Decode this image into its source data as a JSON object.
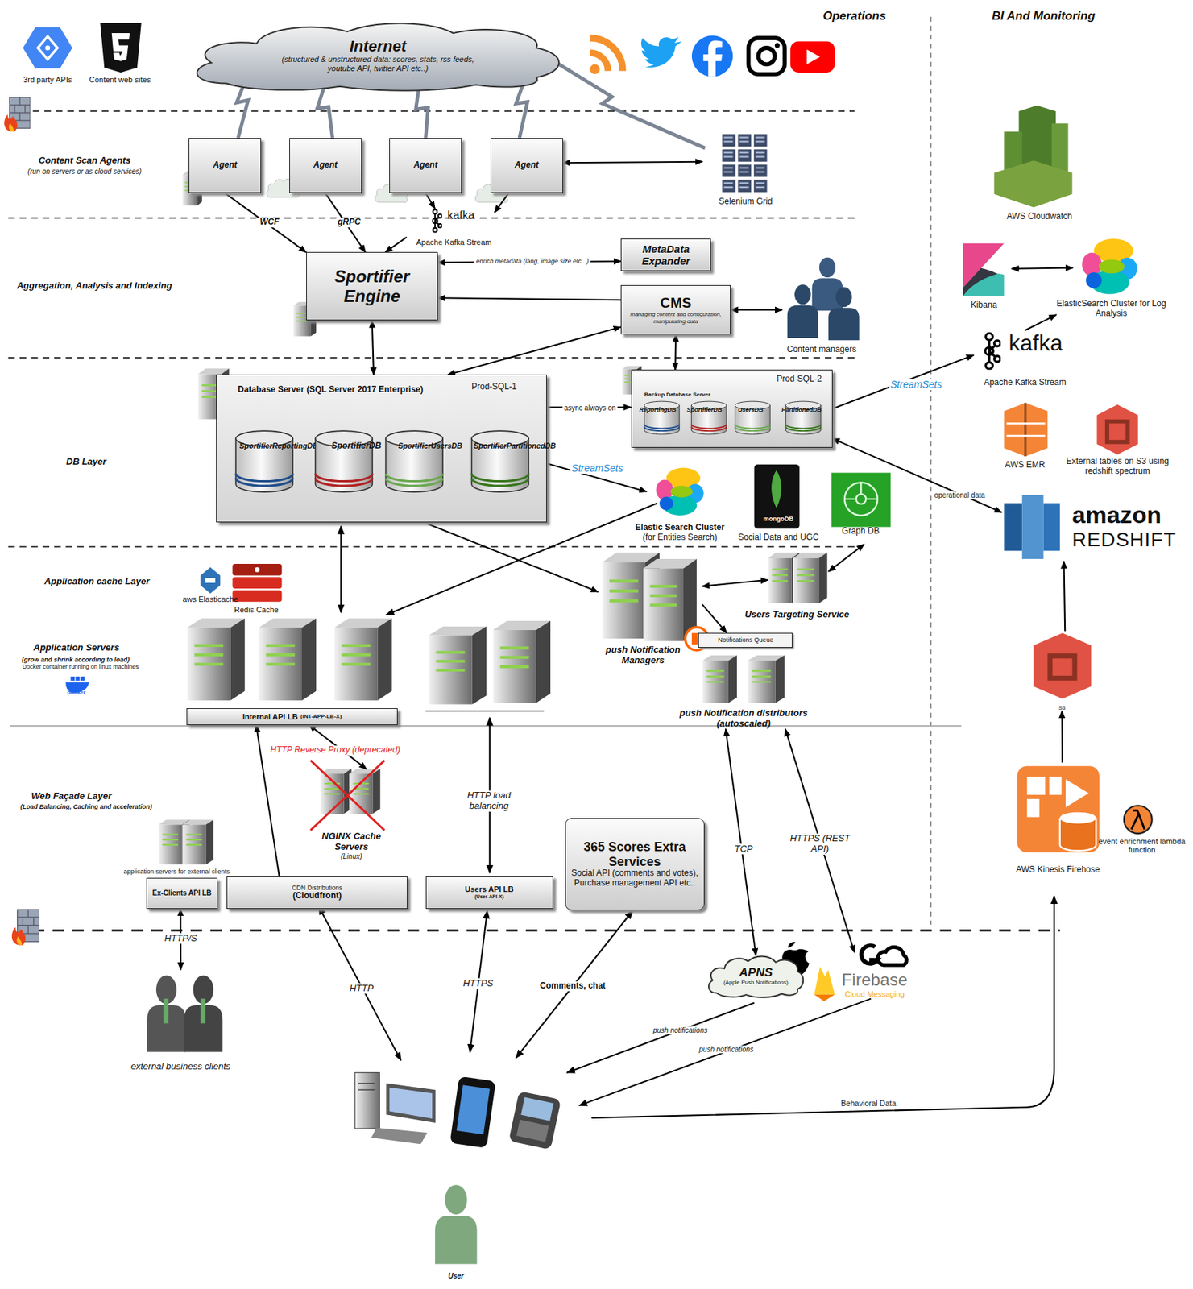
{
  "diagram": {
    "nodes": [
      {
        "text": [
          "Internet",
          "(structured & unstructured data: scores, stats, rss feeds, youtube API, twitter API etc..)"
        ]
      },
      {
        "text": [
          "Agent"
        ]
      },
      {
        "text": [
          "Agent"
        ]
      },
      {
        "text": [
          "Agent"
        ]
      },
      {
        "text": [
          "Agent"
        ]
      },
      {
        "text": [
          "Selenium Grid"
        ]
      },
      {
        "text": [
          "kafka",
          "Apache Kafka Stream"
        ]
      },
      {
        "text": [
          "Sportifier Engine"
        ]
      },
      {
        "text": [
          "MetaData Expander"
        ]
      },
      {
        "text": [
          "CMS",
          "managing content and configuration, manipulating data"
        ]
      },
      {
        "text": [
          "Content managers"
        ]
      },
      {
        "text": [
          "Database Server (SQL Server 2017 Enterprise)",
          "Prod-SQL-1"
        ]
      },
      {
        "text": [
          "SportifierReportingDB"
        ],
        "in": 11
      },
      {
        "text": [
          "SportifierDB"
        ],
        "in": 11
      },
      {
        "text": [
          "SportifierUsersDB"
        ],
        "in": 11
      },
      {
        "text": [
          "SportifierPartitionedDB"
        ],
        "in": 11
      },
      {
        "text": [
          "Prod-SQL-2",
          "Backup Database Server"
        ]
      },
      {
        "text": [
          "ReportingDB"
        ],
        "in": 16
      },
      {
        "text": [
          "SportifierDB"
        ],
        "in": 16
      },
      {
        "text": [
          "UsersDB"
        ],
        "in": 16
      },
      {
        "text": [
          "PartitionedDB"
        ],
        "in": 16
      },
      {
        "text": [
          "Elastic Search Cluster",
          "(for Entities Search)"
        ]
      },
      {
        "text": [
          "mongoDB",
          "Social Data and UGC"
        ]
      },
      {
        "text": [
          "Graph DB"
        ]
      },
      {
        "text": [
          "push Notification Managers"
        ]
      },
      {
        "text": [
          "Users Targeting Service"
        ]
      },
      {
        "text": [
          "Notifications Queue"
        ]
      },
      {
        "text": [
          "push Notification distributors (autoscaled)"
        ]
      },
      {
        "text": [
          "Internal API LB",
          "(INT-APP-LB-X)"
        ]
      },
      {
        "text": [
          "NGINX Cache Servers",
          "(Linux)"
        ]
      },
      {
        "text": [
          "application servers for external clients"
        ]
      },
      {
        "text": [
          "Ex-Clients API LB"
        ]
      },
      {
        "text": [
          "CDN Distributions",
          "(Cloudfront)"
        ]
      },
      {
        "text": [
          "Users API LB",
          "(User-API-X)"
        ]
      },
      {
        "text": [
          "365 Scores Extra Services",
          "Social API (comments and votes), Purchase management API etc.."
        ]
      },
      {
        "text": [
          "external business clients"
        ]
      },
      {
        "text": [
          "APNS",
          "(Apple Push Notifications)"
        ]
      },
      {
        "text": [
          "Firebase",
          "Cloud Messaging"
        ]
      },
      {
        "text": [
          "User"
        ]
      },
      {
        "text": [
          "AWS Cloudwatch"
        ]
      },
      {
        "text": [
          "Kibana"
        ]
      },
      {
        "text": [
          "ElasticSearch Cluster for Log Analysis"
        ]
      },
      {
        "text": [
          "kafka",
          "Apache Kafka Stream"
        ]
      },
      {
        "text": [
          "AWS EMR"
        ]
      },
      {
        "text": [
          "External tables on S3 using redshift spectrum"
        ]
      },
      {
        "text": [
          "amazon",
          "REDSHIFT"
        ]
      },
      {
        "text": [
          "S3"
        ]
      },
      {
        "text": [
          "AWS Kinesis Firehose"
        ]
      },
      {
        "text": [
          "event enrichment lambda function"
        ]
      }
    ],
    "edges": [
      {
        "from": 0,
        "to": 1,
        "arrow": "none"
      },
      {
        "from": 0,
        "to": 2,
        "arrow": "none"
      },
      {
        "from": 0,
        "to": 3,
        "arrow": "none"
      },
      {
        "from": 0,
        "to": 4,
        "arrow": "none"
      },
      {
        "from": 0,
        "to": 5,
        "arrow": "none"
      },
      {
        "from": 1,
        "to": 7,
        "arrow": "to",
        "label": "WCF"
      },
      {
        "from": 2,
        "to": 7,
        "arrow": "to",
        "label": "gRPC"
      },
      {
        "from": 3,
        "to": 6,
        "arrow": "to"
      },
      {
        "from": 4,
        "to": 6,
        "arrow": "to"
      },
      {
        "from": 6,
        "to": 7,
        "arrow": "to"
      },
      {
        "from": 4,
        "to": 5,
        "arrow": "both"
      },
      {
        "from": 7,
        "to": 8,
        "arrow": "both",
        "label": "enrich metadata (lang, image size etc...)"
      },
      {
        "from": 9,
        "to": 7,
        "arrow": "to"
      },
      {
        "from": 9,
        "to": 10,
        "arrow": "both"
      },
      {
        "from": 7,
        "to": 11,
        "arrow": "both"
      },
      {
        "from": 11,
        "to": 9,
        "arrow": "both"
      },
      {
        "from": 9,
        "to": 16,
        "arrow": "both"
      },
      {
        "from": 11,
        "to": 16,
        "arrow": "to",
        "label": "async always on"
      },
      {
        "from": 11,
        "to": 21,
        "arrow": "to",
        "label": "StreamSets"
      },
      {
        "from": 11,
        "to": 24,
        "arrow": "to"
      },
      {
        "from": 24,
        "to": 25,
        "arrow": "both"
      },
      {
        "from": 25,
        "to": 23,
        "arrow": "both"
      },
      {
        "from": 24,
        "to": 26,
        "arrow": "to"
      },
      {
        "from": 27,
        "to": 36,
        "arrow": "both",
        "label": "TCP"
      },
      {
        "from": 27,
        "to": 37,
        "arrow": "both",
        "label": "HTTPS (REST API)"
      },
      {
        "from": 16,
        "to": 42,
        "arrow": "to",
        "label": "StreamSets"
      },
      {
        "from": 16,
        "to": 45,
        "arrow": "both",
        "label": "operational data"
      },
      {
        "from": 42,
        "to": 41,
        "arrow": "to"
      },
      {
        "from": 40,
        "to": 41,
        "arrow": "both"
      },
      {
        "from": 47,
        "to": 46,
        "arrow": "to"
      },
      {
        "from": 46,
        "to": 45,
        "arrow": "to"
      },
      {
        "from": 31,
        "to": 35,
        "arrow": "both",
        "label": "HTTP/S"
      },
      {
        "from": 32,
        "to": 28,
        "arrow": "to"
      },
      {
        "from": 28,
        "to": 29,
        "arrow": "both"
      }
    ],
    "labels": [
      "Operations",
      "BI And Monitoring",
      "3rd party APIs",
      "Content web sites",
      "Content Scan Agents",
      "(run on servers or as cloud services)",
      "Aggregation, Analysis and Indexing",
      "DB Layer",
      "Application cache Layer",
      "aws Elasticache",
      "Redis Cache",
      "Application Servers",
      "(grow and shrink according to load)",
      "Docker container running on linux machines",
      "docker",
      "HTTP Reverse Proxy (deprecated)",
      "Web Façade Layer",
      "(Load Balancing, Caching and acceleration)",
      "HTTP load balancing",
      "HTTP",
      "HTTPS",
      "Comments, chat",
      "push notifications",
      "push notifications",
      "Behavioral Data"
    ]
  }
}
